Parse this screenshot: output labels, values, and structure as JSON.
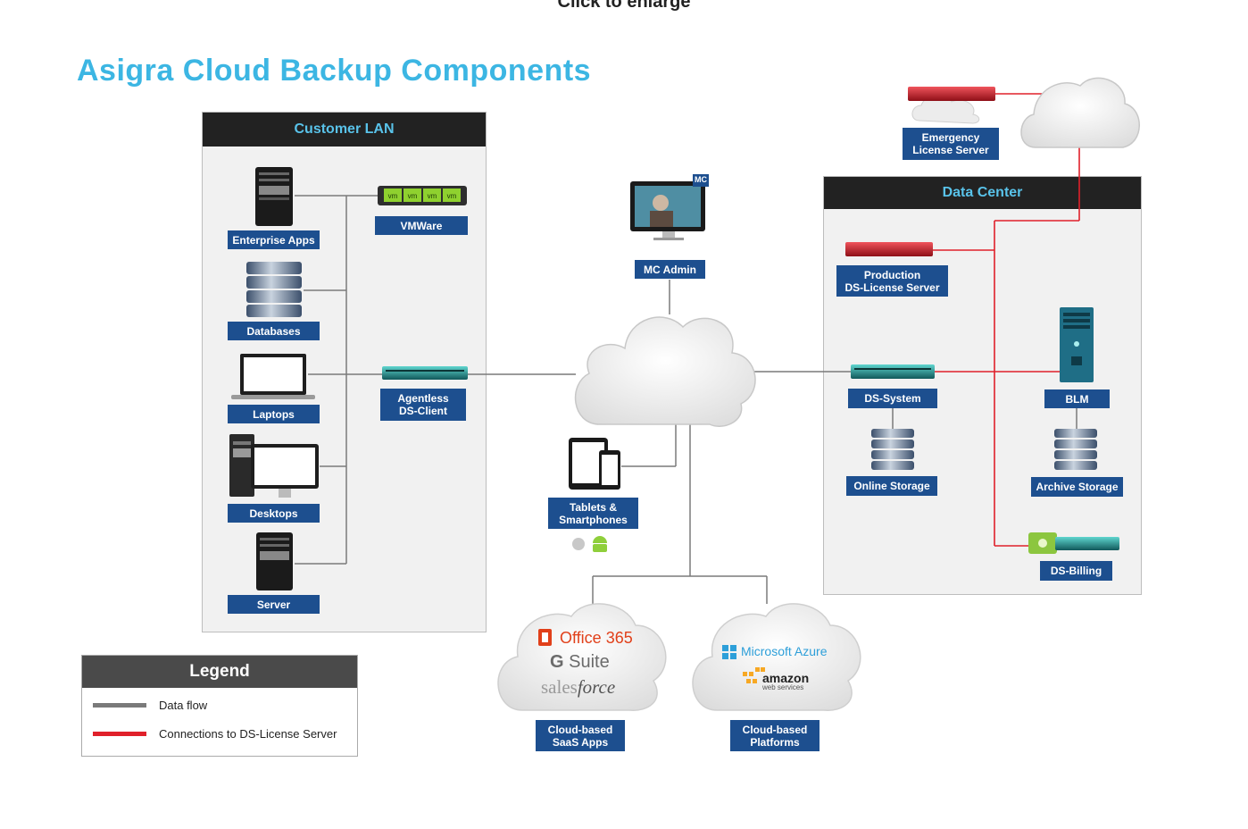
{
  "header": {
    "top_caption": "Click to enlarge",
    "title": "Asigra Cloud Backup Components"
  },
  "colors": {
    "accent": "#3cb6e3",
    "label_bg": "#1d4f8f",
    "data_flow": "#7a7a7a",
    "license_link": "#e0202a"
  },
  "customer_lan": {
    "heading": "Customer LAN",
    "items": {
      "enterprise_apps": "Enterprise Apps",
      "vmware": "VMWare",
      "vm_tag": "vm",
      "databases": "Databases",
      "laptops": "Laptops",
      "agentless_line1": "Agentless",
      "agentless_line2": "DS-Client",
      "desktops": "Desktops",
      "server": "Server"
    }
  },
  "center": {
    "mc_admin": "MC Admin",
    "mc_badge": "MC",
    "tablets_line1": "Tablets &",
    "tablets_line2": "Smartphones",
    "saas_line1": "Cloud-based",
    "saas_line2": "SaaS Apps",
    "platforms_line1": "Cloud-based",
    "platforms_line2": "Platforms",
    "office365": "Office 365",
    "gsuite_g": "G",
    "gsuite": "Suite",
    "sales": "sales",
    "force": "force",
    "azure": "Microsoft Azure",
    "amazon": "amazon",
    "webservices": "web services"
  },
  "data_center": {
    "heading": "Data Center",
    "emergency_line1": "Emergency",
    "emergency_line2": "License Server",
    "production_line1": "Production",
    "production_line2": "DS-License Server",
    "ds_system": "DS-System",
    "blm": "BLM",
    "online_storage": "Online Storage",
    "archive_storage": "Archive Storage",
    "ds_billing": "DS-Billing"
  },
  "legend": {
    "heading": "Legend",
    "data_flow": "Data flow",
    "license": "Connections to DS-License Server"
  }
}
